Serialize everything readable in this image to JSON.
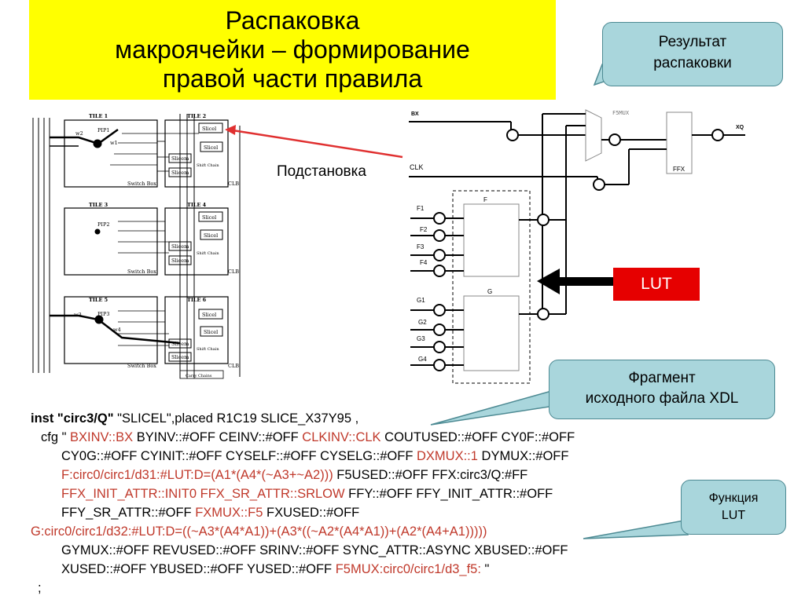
{
  "title": {
    "lines": [
      "Распаковка",
      "макроячейки – формирование",
      "правой части правила"
    ]
  },
  "callouts": {
    "result": [
      "Результат",
      "распаковки"
    ],
    "fragment": [
      "Фрагмент",
      "исходного файла XDL"
    ],
    "lut_function": [
      "Функция",
      "LUT"
    ]
  },
  "substitution_label": "Подстановка",
  "lut_label": "LUT",
  "colors": {
    "title_bg": "#ffff00",
    "callout_bg": "#a9d6dc",
    "lut_bg": "#e60000",
    "highlight_red": "#c0392b",
    "arrow_red": "#e03030"
  },
  "left_diagram": {
    "tiles": [
      {
        "label": "TILE 1",
        "pip": "PIP1",
        "wires": [
          "w2",
          "w1"
        ],
        "switch_box": "Switch Box"
      },
      {
        "label": "TILE 2",
        "slices": [
          "Slicel",
          "Slicel",
          "Slicem",
          "Slicem"
        ],
        "chain": "Shift Chain",
        "clb": "CLB"
      },
      {
        "label": "TILE 3",
        "pip": "PIP2",
        "switch_box": "Switch Box"
      },
      {
        "label": "TILE 4",
        "slices": [
          "Slicel",
          "Slicel",
          "Slicem",
          "Slicem"
        ],
        "chain": "Shift Chain",
        "clb": "CLB"
      },
      {
        "label": "TILE 5",
        "pip": "PIP3",
        "wires": [
          "w3",
          "w4"
        ],
        "switch_box": "Switch Box"
      },
      {
        "label": "TILE 6",
        "slices": [
          "Slicel",
          "Slicel",
          "Slicem",
          "Slicem"
        ],
        "chain": "Shift Chain",
        "clb": "CLB",
        "carry": "Carry Chains"
      }
    ]
  },
  "right_diagram": {
    "signals": {
      "bx": "BX",
      "clk": "CLK",
      "xq": "XQ"
    },
    "f5mux": "F5MUX",
    "ffx": "FFX",
    "lut_f": {
      "name": "F",
      "inputs": [
        "F1",
        "F2",
        "F3",
        "F4"
      ]
    },
    "lut_g": {
      "name": "G",
      "inputs": [
        "G1",
        "G2",
        "G3",
        "G4"
      ]
    }
  },
  "code_lines": [
    [
      {
        "t": "inst \"circ3/Q\"",
        "c": "bold"
      },
      {
        "t": " \"SLICEL\",placed R1C19 SLICE_X37Y95  ,"
      }
    ],
    [
      {
        "t": "cfg \" "
      },
      {
        "t": "BXINV::BX",
        "c": "red"
      },
      {
        "t": " BYINV::#OFF CEINV::#OFF "
      },
      {
        "t": "CLKINV::CLK",
        "c": "red"
      },
      {
        "t": " COUTUSED::#OFF CY0F::#OFF"
      }
    ],
    [
      {
        "t": "CY0G::#OFF CYINIT::#OFF CYSELF::#OFF CYSELG::#OFF "
      },
      {
        "t": "DXMUX::1",
        "c": "red"
      },
      {
        "t": " DYMUX::#OFF"
      }
    ],
    [
      {
        "t": "F:circ0/circ1/d31:#LUT:D=(A1*(A4*(~A3+~A2)))",
        "c": "red"
      },
      {
        "t": " F5USED::#OFF FFX:circ3/Q:#FF"
      }
    ],
    [
      {
        "t": "FFX_INIT_ATTR::INIT0 FFX_SR_ATTR::SRLOW",
        "c": "red"
      },
      {
        "t": " FFY::#OFF FFY_INIT_ATTR::#OFF"
      }
    ],
    [
      {
        "t": "FFY_SR_ATTR::#OFF "
      },
      {
        "t": "FXMUX::F5",
        "c": "red"
      },
      {
        "t": " FXUSED::#OFF"
      }
    ],
    [
      {
        "t": "G:circ0/circ1/d32:#LUT:D=((~A3*(A4*A1))+(A3*((~A2*(A4*A1))+(A2*(A4+A1)))))",
        "c": "red"
      }
    ],
    [
      {
        "t": "GYMUX::#OFF REVUSED::#OFF SRINV::#OFF SYNC_ATTR::ASYNC XBUSED::#OFF"
      }
    ],
    [
      {
        "t": "XUSED::#OFF YBUSED::#OFF YUSED::#OFF "
      },
      {
        "t": "F5MUX:circ0/circ1/d3_f5:",
        "c": "red"
      },
      {
        "t": " \""
      }
    ],
    [
      {
        "t": ";"
      }
    ]
  ]
}
